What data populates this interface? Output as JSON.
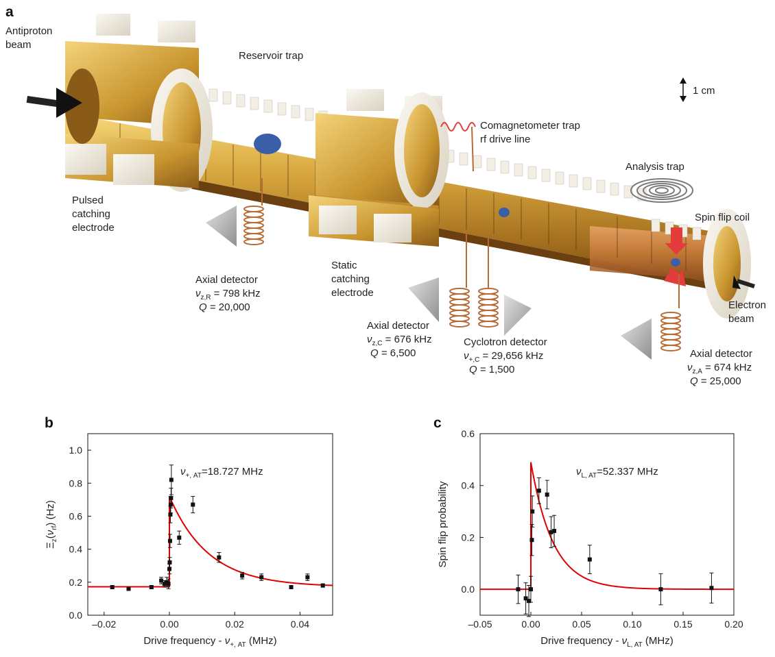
{
  "panels": {
    "a": "a",
    "b": "b",
    "c": "c"
  },
  "diagram": {
    "antiproton_beam": [
      "Antiproton",
      "beam"
    ],
    "reservoir_trap": "Reservoir trap",
    "scale_bar": "1 cm",
    "comagnetometer": [
      "Comagnetometer trap",
      "rf drive line"
    ],
    "analysis_trap": "Analysis trap",
    "spin_flip_coil": "Spin flip coil",
    "pulsed_catching": [
      "Pulsed",
      "catching",
      "electrode"
    ],
    "static_catching": [
      "Static",
      "catching",
      "electrode"
    ],
    "electron_beam": [
      "Electron",
      "beam"
    ],
    "detector_R": {
      "title": "Axial detector",
      "sym": "ν",
      "sub": "z,R",
      "freq": " = 798 kHz",
      "q": "Q",
      "qval": " = 20,000"
    },
    "detector_C": {
      "title": "Axial detector",
      "sym": "ν",
      "sub": "z,C",
      "freq": " = 676 kHz",
      "q": "Q",
      "qval": " = 6,500"
    },
    "detector_cyc": {
      "title": "Cyclotron detector",
      "sym": "ν",
      "sub": "+,C",
      "freq": " = 29,656 kHz",
      "q": "Q",
      "qval": " = 1,500"
    },
    "detector_A": {
      "title": "Axial detector",
      "sym": "ν",
      "sub": "z,A",
      "freq": " = 674 kHz",
      "q": "Q",
      "qval": " = 25,000"
    }
  },
  "colors": {
    "gold": "#c9a13a",
    "copper": "#b86a35",
    "cream": "#efe9dc",
    "fit": "#e00000",
    "particle": "#3b5ea8"
  },
  "chart_data": [
    {
      "type": "scatter",
      "panel": "b",
      "annotation": {
        "sym": "ν",
        "sub": "+, AT",
        "text": "=18.727 MHz"
      },
      "xlabel": {
        "text": "Drive frequency - ",
        "sym": "ν",
        "sub": "+, AT",
        "unit": " (MHz)"
      },
      "ylabel": {
        "text": "Ξ",
        "sub1": "z",
        "mid": "(",
        "sym": "ν",
        "sub2": "rf",
        "end": ") (Hz)"
      },
      "xlim": [
        -0.025,
        0.05
      ],
      "ylim": [
        0.0,
        1.1
      ],
      "xticks": [
        -0.02,
        0.0,
        0.02,
        0.04
      ],
      "xtick_labels": [
        "–0.02",
        "0.00",
        "0.02",
        "0.04"
      ],
      "yticks": [
        0.0,
        0.2,
        0.4,
        0.6,
        0.8,
        1.0
      ],
      "ytick_labels": [
        "0.0",
        "0.2",
        "0.4",
        "0.6",
        "0.8",
        "1.0"
      ],
      "points": [
        {
          "x": -0.0175,
          "y": 0.17,
          "err": 0.01
        },
        {
          "x": -0.0125,
          "y": 0.16,
          "err": 0.01
        },
        {
          "x": -0.0055,
          "y": 0.17,
          "err": 0.01
        },
        {
          "x": -0.0025,
          "y": 0.21,
          "err": 0.02
        },
        {
          "x": -0.0015,
          "y": 0.19,
          "err": 0.02
        },
        {
          "x": -0.0008,
          "y": 0.2,
          "err": 0.03
        },
        {
          "x": -0.0003,
          "y": 0.19,
          "err": 0.03
        },
        {
          "x": 0.0,
          "y": 0.28,
          "err": 0.03
        },
        {
          "x": 0.0001,
          "y": 0.32,
          "err": 0.03
        },
        {
          "x": 0.0002,
          "y": 0.45,
          "err": 0.04
        },
        {
          "x": 0.0003,
          "y": 0.61,
          "err": 0.05
        },
        {
          "x": 0.0004,
          "y": 0.67,
          "err": 0.05
        },
        {
          "x": 0.0005,
          "y": 0.71,
          "err": 0.06
        },
        {
          "x": 0.0006,
          "y": 0.82,
          "err": 0.09
        },
        {
          "x": 0.003,
          "y": 0.47,
          "err": 0.04
        },
        {
          "x": 0.0072,
          "y": 0.67,
          "err": 0.05
        },
        {
          "x": 0.0152,
          "y": 0.35,
          "err": 0.03
        },
        {
          "x": 0.0223,
          "y": 0.24,
          "err": 0.02
        },
        {
          "x": 0.0282,
          "y": 0.23,
          "err": 0.02
        },
        {
          "x": 0.0373,
          "y": 0.17,
          "err": 0.01
        },
        {
          "x": 0.0423,
          "y": 0.23,
          "err": 0.02
        },
        {
          "x": 0.047,
          "y": 0.18,
          "err": 0.01
        }
      ],
      "fit": {
        "baseline": 0.172,
        "peak": 0.72,
        "decay": 0.012,
        "x0": 0.0
      }
    },
    {
      "type": "scatter",
      "panel": "c",
      "annotation": {
        "sym": "ν",
        "sub": "L, AT",
        "text": "=52.337 MHz"
      },
      "xlabel": {
        "text": "Drive frequency - ",
        "sym": "ν",
        "sub": "L, AT",
        "unit": " (MHz)"
      },
      "ylabel": {
        "text": "Spin flip probability"
      },
      "xlim": [
        -0.05,
        0.2
      ],
      "ylim": [
        -0.1,
        0.6
      ],
      "xticks": [
        -0.05,
        0.0,
        0.05,
        0.1,
        0.15,
        0.2
      ],
      "xtick_labels": [
        "–0.05",
        "0.00",
        "0.05",
        "0.10",
        "0.15",
        "0.20"
      ],
      "yticks": [
        0.0,
        0.2,
        0.4,
        0.6
      ],
      "ytick_labels": [
        "0.0",
        "0.2",
        "0.4",
        "0.6"
      ],
      "points": [
        {
          "x": -0.0125,
          "y": 0.0,
          "err": 0.055
        },
        {
          "x": -0.005,
          "y": -0.035,
          "err": 0.06
        },
        {
          "x": -0.002,
          "y": -0.045,
          "err": 0.06
        },
        {
          "x": 0.0,
          "y": 0.0,
          "err": 0.05
        },
        {
          "x": 0.001,
          "y": 0.19,
          "err": 0.06
        },
        {
          "x": 0.0015,
          "y": 0.3,
          "err": 0.06
        },
        {
          "x": 0.008,
          "y": 0.38,
          "err": 0.05
        },
        {
          "x": 0.016,
          "y": 0.365,
          "err": 0.055
        },
        {
          "x": 0.02,
          "y": 0.22,
          "err": 0.06
        },
        {
          "x": 0.023,
          "y": 0.225,
          "err": 0.06
        },
        {
          "x": 0.058,
          "y": 0.115,
          "err": 0.055
        },
        {
          "x": 0.128,
          "y": 0.0,
          "err": 0.06
        },
        {
          "x": 0.178,
          "y": 0.005,
          "err": 0.058
        }
      ],
      "fit": {
        "baseline": 0.0,
        "peak": 0.49,
        "decay": 0.022,
        "x0": 0.0
      }
    }
  ]
}
